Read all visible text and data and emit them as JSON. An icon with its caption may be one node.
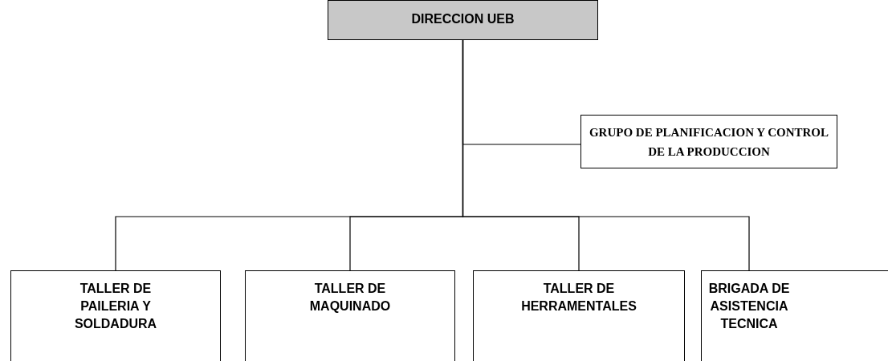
{
  "diagram": {
    "nodes": [
      {
        "text": [
          "DIRECCION UEB"
        ]
      },
      {
        "text": [
          "GRUPO DE PLANIFICACION Y CONTROL DE LA PRODUCCION"
        ]
      },
      {
        "text": [
          "TALLER DE PAILERIA Y SOLDADURA"
        ]
      },
      {
        "text": [
          "TALLER DE MAQUINADO"
        ]
      },
      {
        "text": [
          "TALLER DE HERRAMENTALES"
        ]
      },
      {
        "text": [
          "BRIGADA DE ASISTENCIA TECNICA"
        ]
      }
    ],
    "edges": [
      {
        "from": 0,
        "to": 1,
        "arrow": "none"
      },
      {
        "from": 0,
        "to": 2,
        "arrow": "none"
      },
      {
        "from": 0,
        "to": 3,
        "arrow": "none"
      },
      {
        "from": 0,
        "to": 4,
        "arrow": "none"
      },
      {
        "from": 0,
        "to": 5,
        "arrow": "none"
      }
    ]
  }
}
